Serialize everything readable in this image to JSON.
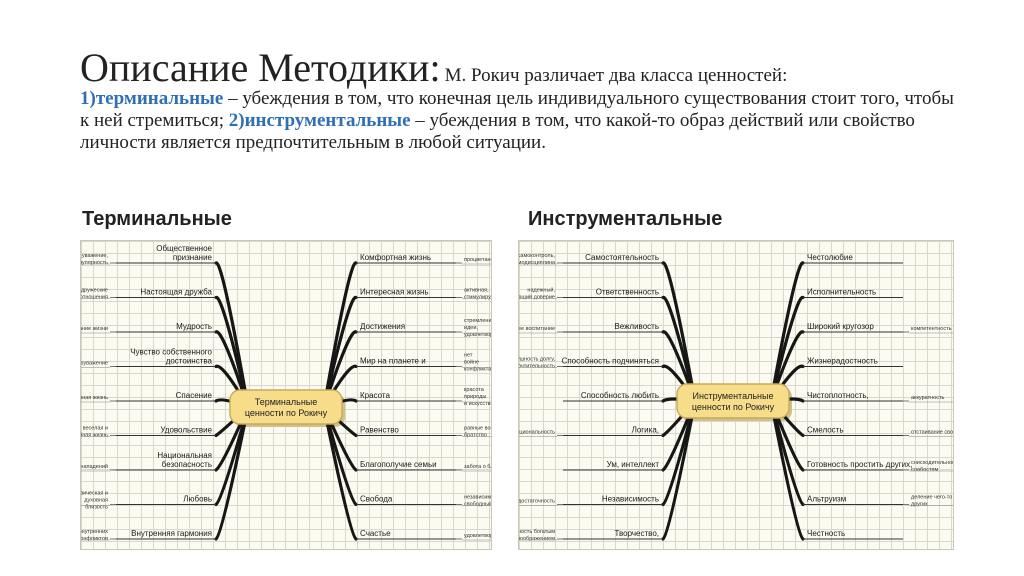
{
  "slide": {
    "title": "Описание Методики:",
    "lead": "М. Рокич различает два класса ценностей:",
    "t1": "1)терминальные",
    "t2": " – убеждения в том, что конечная цель индивидуального существования стоит того, чтобы к ней стремиться; ",
    "t3": "2)инструментальные",
    "t4": " – убеждения в том, что какой-то образ действий или свойство личности является предпочтительным в любой ситуации."
  },
  "left_map": {
    "heading": "Терминальные",
    "center": [
      "Терминальные",
      "ценности по Рокичу"
    ],
    "left_branches": [
      {
        "label": [
          "Общественное",
          "признание"
        ],
        "notes": [
          "уважение,",
          "популярность"
        ]
      },
      {
        "label": [
          "Настоящая дружба"
        ],
        "notes": [
          "близкие дружеские",
          "отношения"
        ]
      },
      {
        "label": [
          "Мудрость"
        ],
        "notes": [
          "зрелое понимание жизни"
        ]
      },
      {
        "label": [
          "Чувство собственного",
          "достоинства"
        ],
        "notes": [
          "самоуважение"
        ]
      },
      {
        "label": [
          "Спасение"
        ],
        "notes": [
          "вечная жизнь"
        ]
      },
      {
        "label": [
          "Удовольствие"
        ],
        "notes": [
          "веселая и",
          "спокойная жизнь"
        ]
      },
      {
        "label": [
          "Национальная",
          "безопасность"
        ],
        "notes": [
          "защита от нападений"
        ]
      },
      {
        "label": [
          "Любовь"
        ],
        "notes": [
          "физическая и",
          "духовная",
          "близость"
        ]
      },
      {
        "label": [
          "Внутренняя гармония"
        ],
        "notes": [
          "свобода от внутренних",
          "конфликтов"
        ]
      }
    ],
    "right_branches": [
      {
        "label": [
          "Комфортная жизнь"
        ],
        "notes": [
          "процветание"
        ]
      },
      {
        "label": [
          "Интересная жизнь"
        ],
        "notes": [
          "активная,",
          "стимулирующая"
        ]
      },
      {
        "label": [
          "Достижения"
        ],
        "notes": [
          "стремление реализовать",
          "идеи,",
          "удовлетворить амбиции"
        ]
      },
      {
        "label": [
          "Мир на планете и"
        ],
        "notes": [
          "нет",
          "войне",
          "конфликтам"
        ]
      },
      {
        "label": [
          "Красота"
        ],
        "notes": [
          "красота",
          "природы",
          "и искусства"
        ]
      },
      {
        "label": [
          "Равенство"
        ],
        "notes": [
          "равные возможности,",
          "братство"
        ]
      },
      {
        "label": [
          "Благополучие семьи"
        ],
        "notes": [
          "забота о близких"
        ]
      },
      {
        "label": [
          "Свобода"
        ],
        "notes": [
          "независимость,",
          "свободный выбор"
        ]
      },
      {
        "label": [
          "Счастье"
        ],
        "notes": [
          "удовлетворенность"
        ]
      }
    ]
  },
  "right_map": {
    "heading": "Инструментальные",
    "center": [
      "Инструментальные",
      "ценности по Рокичу"
    ],
    "left_branches": [
      {
        "label": [
          "Самостоятельность"
        ],
        "notes": [
          "самоконтроль,",
          "самодисциплина"
        ]
      },
      {
        "label": [
          "Ответственность"
        ],
        "notes": [
          "надежный,",
          "заслуживающий доверие"
        ]
      },
      {
        "label": [
          "Вежливость"
        ],
        "notes": [
          "хорошее воспитание"
        ]
      },
      {
        "label": [
          "Способность подчиняться"
        ],
        "notes": [
          "послушность долгу,",
          "почтительность"
        ]
      },
      {
        "label": [
          "Способность любить"
        ],
        "notes": []
      },
      {
        "label": [
          "Логика,"
        ],
        "notes": [
          "рациональность"
        ]
      },
      {
        "label": [
          "Ум, интеллект"
        ],
        "notes": []
      },
      {
        "label": [
          "Независимость"
        ],
        "notes": [
          "самодостаточность"
        ]
      },
      {
        "label": [
          "Творчество,"
        ],
        "notes": [
          "одаренность богатым",
          "воображением"
        ]
      }
    ],
    "right_branches": [
      {
        "label": [
          "Честолюбие"
        ],
        "notes": []
      },
      {
        "label": [
          "Исполнительность"
        ],
        "notes": []
      },
      {
        "label": [
          "Широкий кругозор"
        ],
        "notes": [
          "компетентность"
        ]
      },
      {
        "label": [
          "Жизнерадостность"
        ],
        "notes": []
      },
      {
        "label": [
          "Чистоплотность,"
        ],
        "notes": [
          "аккуратность"
        ]
      },
      {
        "label": [
          "Смелость"
        ],
        "notes": [
          "отстаивание своих позиций"
        ]
      },
      {
        "label": [
          "Готовность простить других,"
        ],
        "notes": [
          "снисходительность к их",
          "слабостям"
        ]
      },
      {
        "label": [
          "Альтруизм"
        ],
        "notes": [
          "деление чего-то на пользу",
          "других"
        ]
      },
      {
        "label": [
          "Честность"
        ],
        "notes": []
      }
    ]
  }
}
